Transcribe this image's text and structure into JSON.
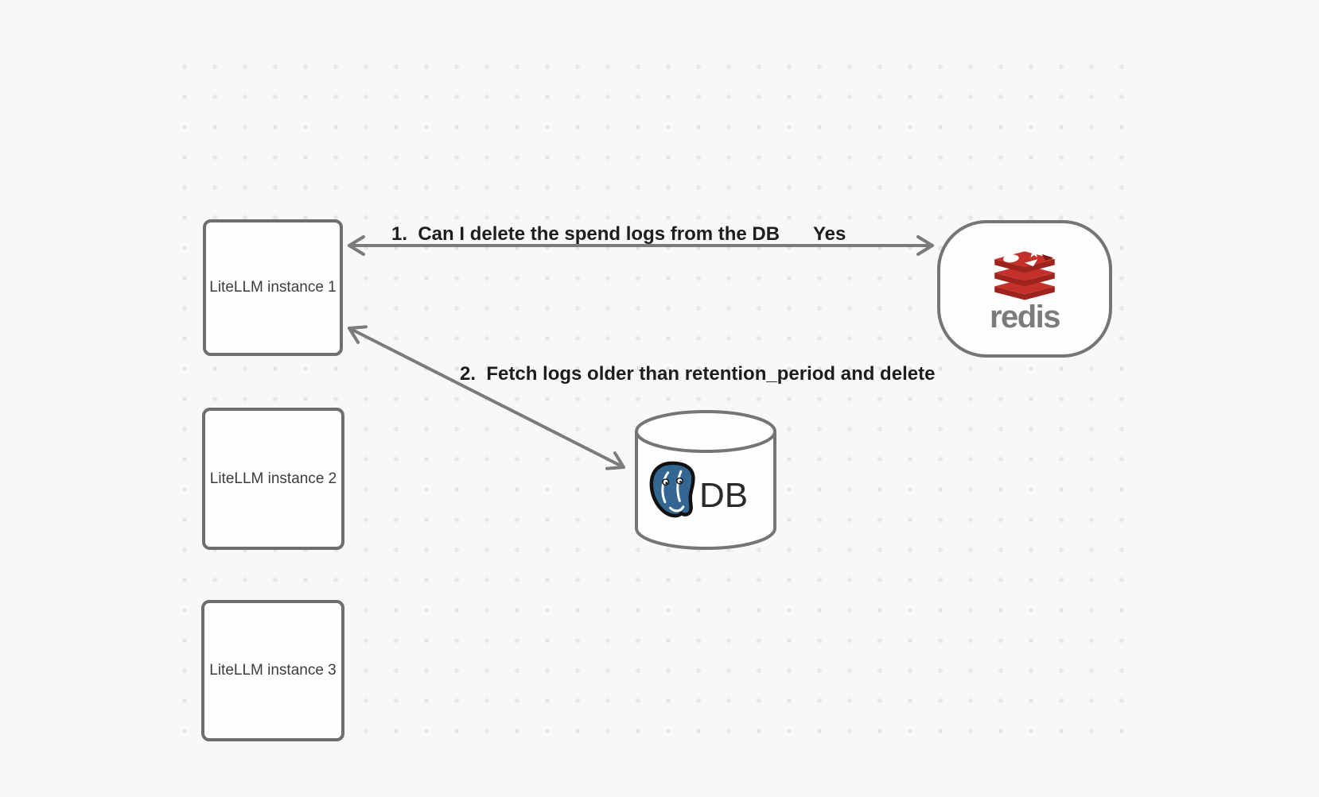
{
  "canvas": {
    "background_color": "#f8f8f8",
    "dot_color": "#e7e7e7"
  },
  "nodes": {
    "instances": [
      {
        "label": "LiteLLM instance 1"
      },
      {
        "label": "LiteLLM instance 2"
      },
      {
        "label": "LiteLLM instance 3"
      }
    ],
    "redis": {
      "wordmark": "redis",
      "icon": "redis-cube-stack-icon",
      "logo_red": "#c6302b",
      "logo_dark_red": "#9c241c",
      "wordmark_color": "#7b7b7b"
    },
    "database": {
      "label": "DB",
      "icon": "postgres-elephant-icon",
      "elephant_blue": "#336791",
      "outline_color": "#757575"
    }
  },
  "arrows": {
    "color": "#7b7b7b",
    "arrow1": {
      "label": "1.  Can I delete the spend logs from the DB",
      "response": "Yes"
    },
    "arrow2": {
      "label": "2.  Fetch logs older than retention_period and delete"
    }
  }
}
